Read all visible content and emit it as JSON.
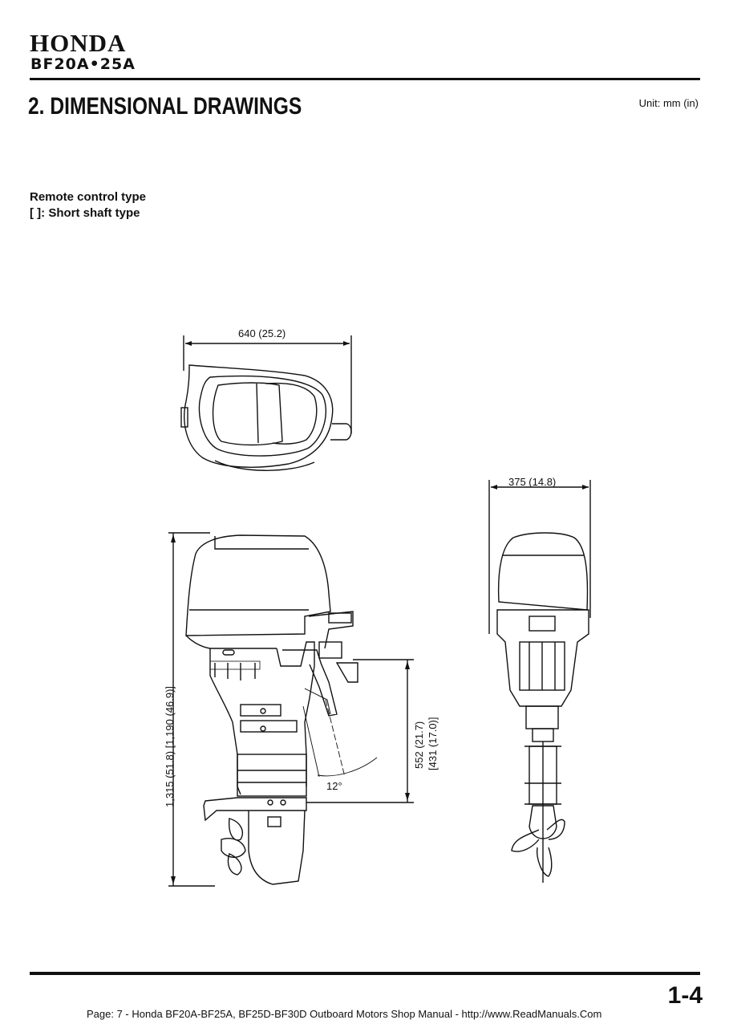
{
  "header": {
    "brand": "HONDA",
    "model": "BF20A•25A"
  },
  "section": {
    "title": "2. DIMENSIONAL DRAWINGS",
    "unit": "Unit: mm (in)"
  },
  "notes": {
    "line1": "Remote control type",
    "line2": "[    ]: Short shaft type"
  },
  "dimensions": {
    "top_width": "640 (25.2)",
    "rear_width": "375 (14.8)",
    "overall_height": "1,315 (51.8) [1,190 (46.9)]",
    "transom_height": "552 (21.7)",
    "transom_height_short": "[431 (17.0)]",
    "tilt_angle": "12°"
  },
  "footer": {
    "page_number": "1-4",
    "source": "Page: 7   - Honda BF20A-BF25A, BF25D-BF30D Outboard Motors Shop Manual -    http://www.ReadManuals.Com"
  }
}
